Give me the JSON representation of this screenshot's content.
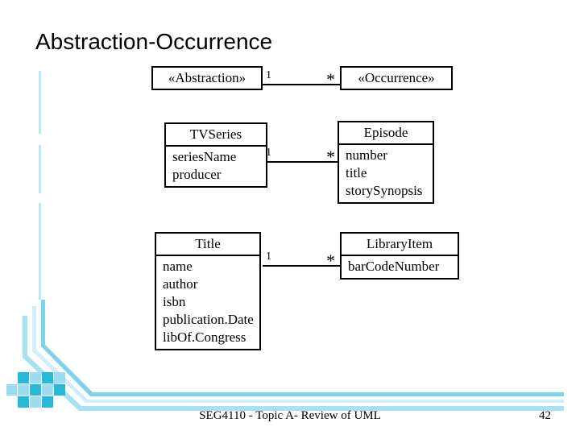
{
  "slide": {
    "title": "Abstraction-Occurrence",
    "footer": "SEG4110 - Topic A-  Review of UML",
    "page_number": "42",
    "accent_color": "#29b8d8",
    "line_color": "#000000",
    "background": "#ffffff"
  },
  "diagram": {
    "type": "uml-class-diagram",
    "pattern_name": "Abstraction-Occurrence",
    "rows": [
      {
        "id": "generic",
        "abstraction": {
          "name": "«Abstraction»",
          "attributes": []
        },
        "occurrence": {
          "name": "«Occurrence»",
          "attributes": []
        },
        "association": {
          "left_multiplicity": "1",
          "right_multiplicity": "*"
        }
      },
      {
        "id": "tv",
        "abstraction": {
          "name": "TVSeries",
          "attributes": [
            "seriesName",
            "producer"
          ]
        },
        "occurrence": {
          "name": "Episode",
          "attributes": [
            "number",
            "title",
            "storySynopsis"
          ]
        },
        "association": {
          "left_multiplicity": "1",
          "right_multiplicity": "*"
        }
      },
      {
        "id": "book",
        "abstraction": {
          "name": "Title",
          "attributes": [
            "name",
            "author",
            "isbn",
            "publication.Date",
            "libOf.Congress"
          ]
        },
        "occurrence": {
          "name": "LibraryItem",
          "attributes": [
            "barCodeNumber"
          ]
        },
        "association": {
          "left_multiplicity": "1",
          "right_multiplicity": "*"
        }
      }
    ]
  }
}
